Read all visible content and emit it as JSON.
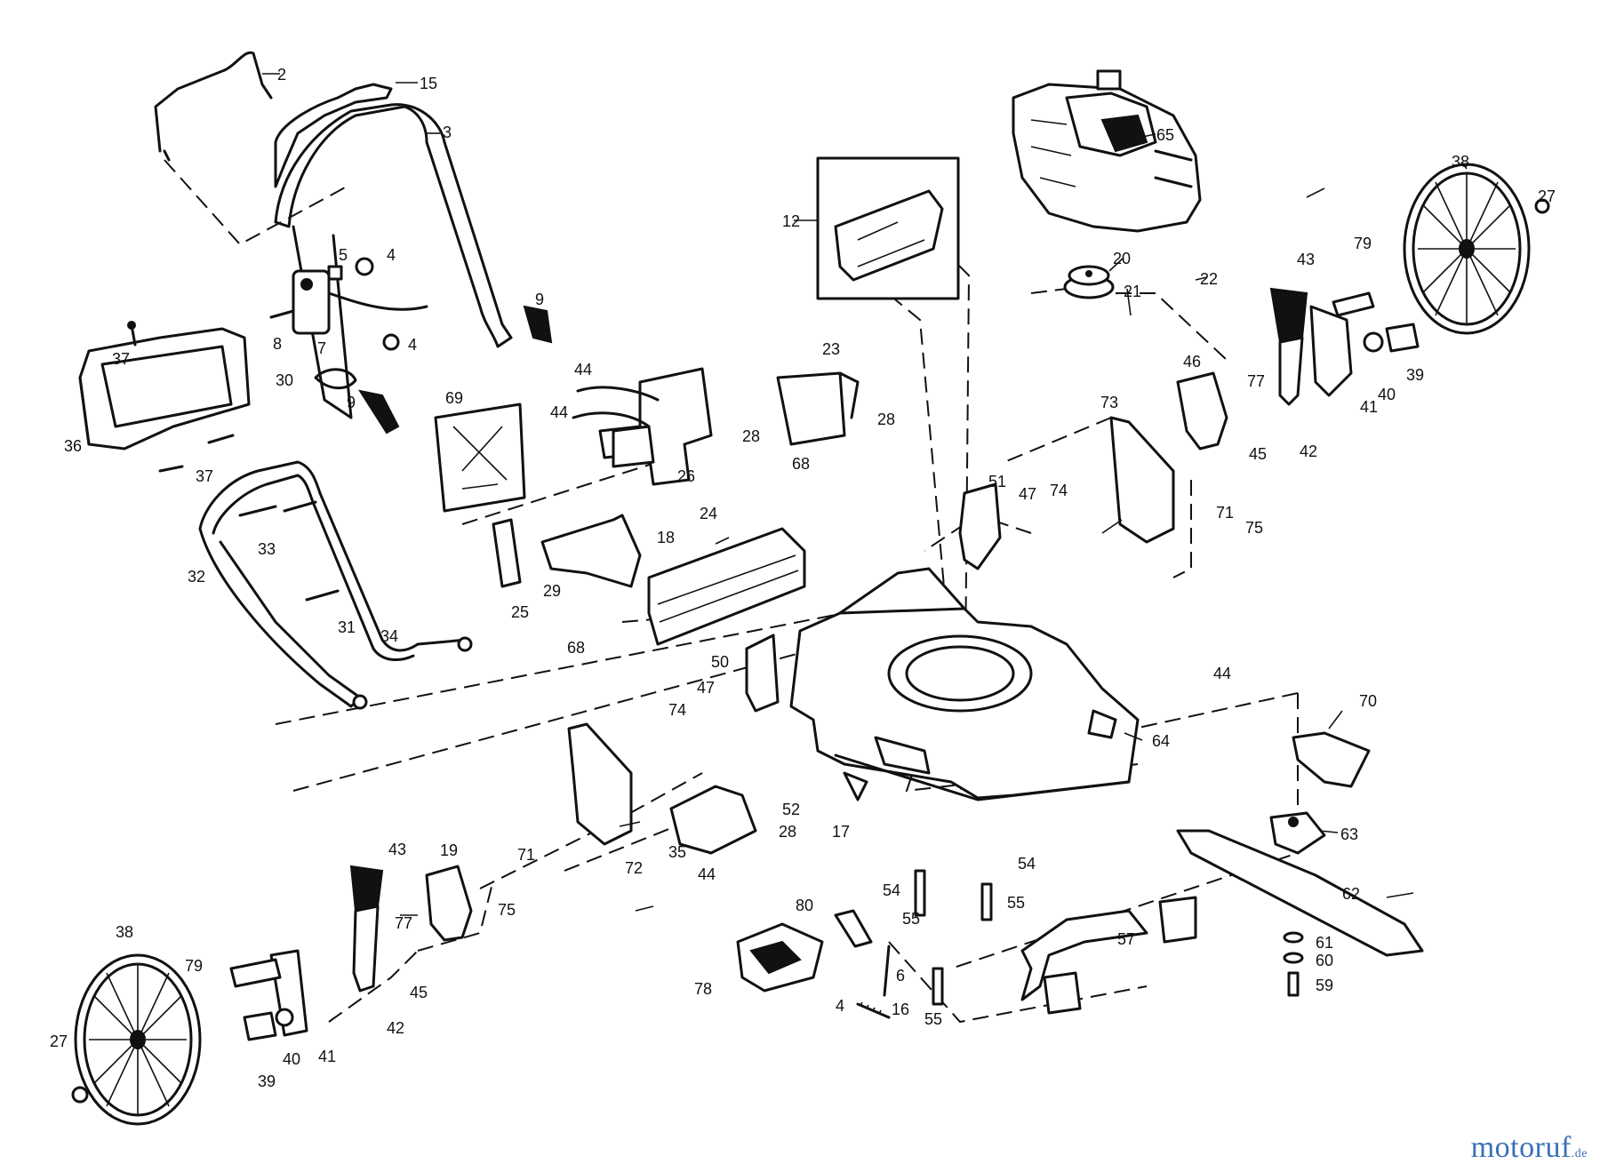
{
  "watermark": {
    "brand_blue": "motoruf",
    "brand_suffix": ".de"
  },
  "callouts": [
    {
      "id": "c2",
      "label": "2"
    },
    {
      "id": "c15",
      "label": "15"
    },
    {
      "id": "c3",
      "label": "3"
    },
    {
      "id": "c5",
      "label": "5"
    },
    {
      "id": "c4a",
      "label": "4"
    },
    {
      "id": "c8",
      "label": "8"
    },
    {
      "id": "c7",
      "label": "7"
    },
    {
      "id": "c4b",
      "label": "4"
    },
    {
      "id": "c9a",
      "label": "9"
    },
    {
      "id": "c37a",
      "label": "37"
    },
    {
      "id": "c30",
      "label": "30"
    },
    {
      "id": "c9b",
      "label": "9"
    },
    {
      "id": "c36",
      "label": "36"
    },
    {
      "id": "c37b",
      "label": "37"
    },
    {
      "id": "c69",
      "label": "69"
    },
    {
      "id": "c44a",
      "label": "44"
    },
    {
      "id": "c44b",
      "label": "44"
    },
    {
      "id": "c26",
      "label": "26"
    },
    {
      "id": "c23",
      "label": "23"
    },
    {
      "id": "c28a",
      "label": "28"
    },
    {
      "id": "c28b",
      "label": "28"
    },
    {
      "id": "c12",
      "label": "12"
    },
    {
      "id": "c65",
      "label": "65"
    },
    {
      "id": "c20",
      "label": "20"
    },
    {
      "id": "c21",
      "label": "21"
    },
    {
      "id": "c22",
      "label": "22"
    },
    {
      "id": "c38a",
      "label": "38"
    },
    {
      "id": "c27a",
      "label": "27"
    },
    {
      "id": "c43a",
      "label": "43"
    },
    {
      "id": "c79a",
      "label": "79"
    },
    {
      "id": "c46",
      "label": "46"
    },
    {
      "id": "c77a",
      "label": "77"
    },
    {
      "id": "c39a",
      "label": "39"
    },
    {
      "id": "c40a",
      "label": "40"
    },
    {
      "id": "c41a",
      "label": "41"
    },
    {
      "id": "c45a",
      "label": "45"
    },
    {
      "id": "c42a",
      "label": "42"
    },
    {
      "id": "c73",
      "label": "73"
    },
    {
      "id": "c68a",
      "label": "68"
    },
    {
      "id": "c18",
      "label": "18"
    },
    {
      "id": "c24",
      "label": "24"
    },
    {
      "id": "c33",
      "label": "33"
    },
    {
      "id": "c32",
      "label": "32"
    },
    {
      "id": "c29",
      "label": "29"
    },
    {
      "id": "c25",
      "label": "25"
    },
    {
      "id": "c31",
      "label": "31"
    },
    {
      "id": "c68b",
      "label": "68"
    },
    {
      "id": "c34",
      "label": "34"
    },
    {
      "id": "c51",
      "label": "51"
    },
    {
      "id": "c47a",
      "label": "47"
    },
    {
      "id": "c74a",
      "label": "74"
    },
    {
      "id": "c71a",
      "label": "71"
    },
    {
      "id": "c75a",
      "label": "75"
    },
    {
      "id": "c50",
      "label": "50"
    },
    {
      "id": "c47b",
      "label": "47"
    },
    {
      "id": "c74b",
      "label": "74"
    },
    {
      "id": "c44c",
      "label": "44"
    },
    {
      "id": "c70",
      "label": "70"
    },
    {
      "id": "c64",
      "label": "64"
    },
    {
      "id": "c52",
      "label": "52"
    },
    {
      "id": "c28c",
      "label": "28"
    },
    {
      "id": "c17",
      "label": "17"
    },
    {
      "id": "c35",
      "label": "35"
    },
    {
      "id": "c72",
      "label": "72"
    },
    {
      "id": "c63",
      "label": "63"
    },
    {
      "id": "c43b",
      "label": "43"
    },
    {
      "id": "c19",
      "label": "19"
    },
    {
      "id": "c71b",
      "label": "71"
    },
    {
      "id": "c75b",
      "label": "75"
    },
    {
      "id": "c44d",
      "label": "44"
    },
    {
      "id": "c54a",
      "label": "54"
    },
    {
      "id": "c54b",
      "label": "54"
    },
    {
      "id": "c55a",
      "label": "55"
    },
    {
      "id": "c55b",
      "label": "55"
    },
    {
      "id": "c62",
      "label": "62"
    },
    {
      "id": "c38b",
      "label": "38"
    },
    {
      "id": "c77b",
      "label": "77"
    },
    {
      "id": "c79b",
      "label": "79"
    },
    {
      "id": "c80",
      "label": "80"
    },
    {
      "id": "c6",
      "label": "6"
    },
    {
      "id": "c4c",
      "label": "4"
    },
    {
      "id": "c45b",
      "label": "45"
    },
    {
      "id": "c42b",
      "label": "42"
    },
    {
      "id": "c57",
      "label": "57"
    },
    {
      "id": "c61",
      "label": "61"
    },
    {
      "id": "c60",
      "label": "60"
    },
    {
      "id": "c59",
      "label": "59"
    },
    {
      "id": "c78",
      "label": "78"
    },
    {
      "id": "c16",
      "label": "16"
    },
    {
      "id": "c55c",
      "label": "55"
    },
    {
      "id": "c27b",
      "label": "27"
    },
    {
      "id": "c39b",
      "label": "39"
    },
    {
      "id": "c40b",
      "label": "40"
    },
    {
      "id": "c41b",
      "label": "41"
    }
  ]
}
